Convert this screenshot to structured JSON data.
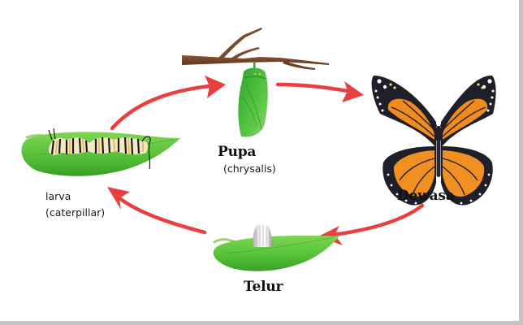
{
  "diagram": {
    "title": "Butterfly life cycle",
    "colors": {
      "arrow": "#e8403f",
      "leaf": "#5cc43c",
      "leaf_dark": "#3aa028",
      "branch": "#7a4a2c",
      "chrysalis": "#49b83a",
      "wing_orange": "#f08c1e",
      "wing_black": "#1f1f2a",
      "egg": "#e6e6e6"
    },
    "stages": [
      {
        "id": "pupa",
        "label": "Pupa",
        "sublabel": "(chrysalis)",
        "icon": "chrysalis-on-branch-icon"
      },
      {
        "id": "dewasa",
        "label": "Dewasa",
        "sublabel": "",
        "icon": "butterfly-icon"
      },
      {
        "id": "telur",
        "label": "Telur",
        "sublabel": "",
        "icon": "egg-on-leaf-icon"
      },
      {
        "id": "larva",
        "label": "larva",
        "sublabel": "(caterpillar)",
        "icon": "caterpillar-on-leaf-icon"
      }
    ],
    "arrows": [
      {
        "from": "larva",
        "to": "pupa"
      },
      {
        "from": "pupa",
        "to": "dewasa"
      },
      {
        "from": "dewasa",
        "to": "telur"
      },
      {
        "from": "telur",
        "to": "larva"
      }
    ]
  }
}
